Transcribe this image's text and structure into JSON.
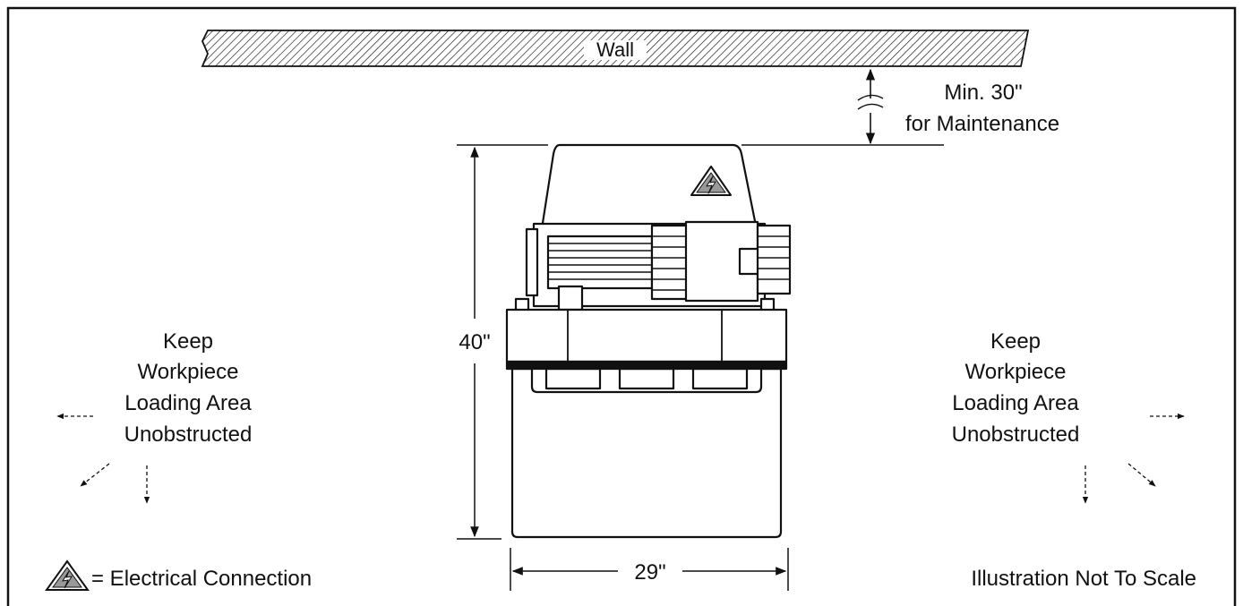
{
  "wall_label": "Wall",
  "clearance": {
    "line1": "Min. 30\"",
    "line2": "for Maintenance"
  },
  "height_dimension": "40\"",
  "width_dimension": "29\"",
  "left_note": [
    "Keep",
    "Workpiece",
    "Loading Area",
    "Unobstructed"
  ],
  "right_note": [
    "Keep",
    "Workpiece",
    "Loading Area",
    "Unobstructed"
  ],
  "legend_text": "= Electrical Connection",
  "scale_note": "Illustration Not To Scale",
  "icons": [
    "electrical-hazard-icon",
    "arrow-icon"
  ]
}
